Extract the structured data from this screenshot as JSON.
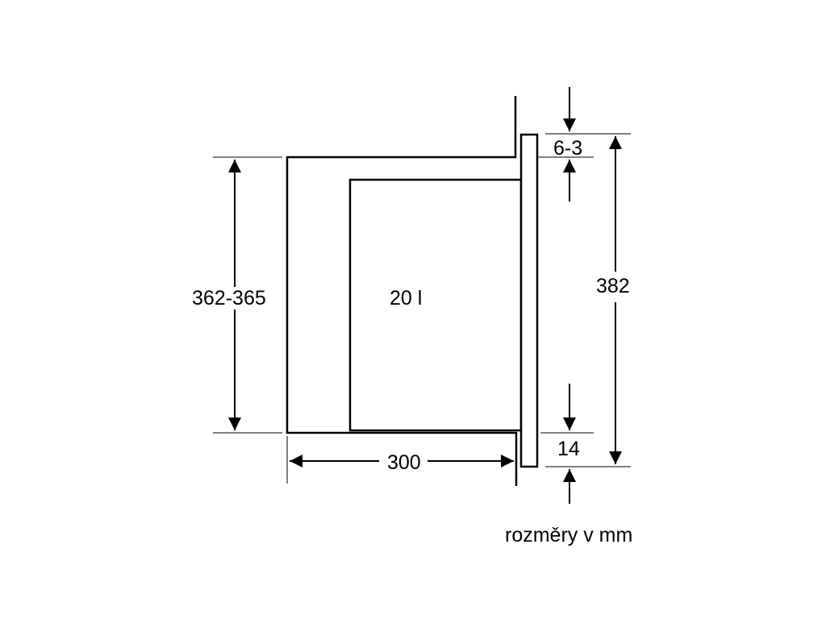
{
  "labels": {
    "height": "362-365",
    "volume": "20 l",
    "depth": "300",
    "front_height": "382",
    "top_gap": "6-3",
    "bottom_gap": "14",
    "units": "rozměry v mm"
  },
  "colors": {
    "line": "#000000",
    "background": "#ffffff"
  }
}
